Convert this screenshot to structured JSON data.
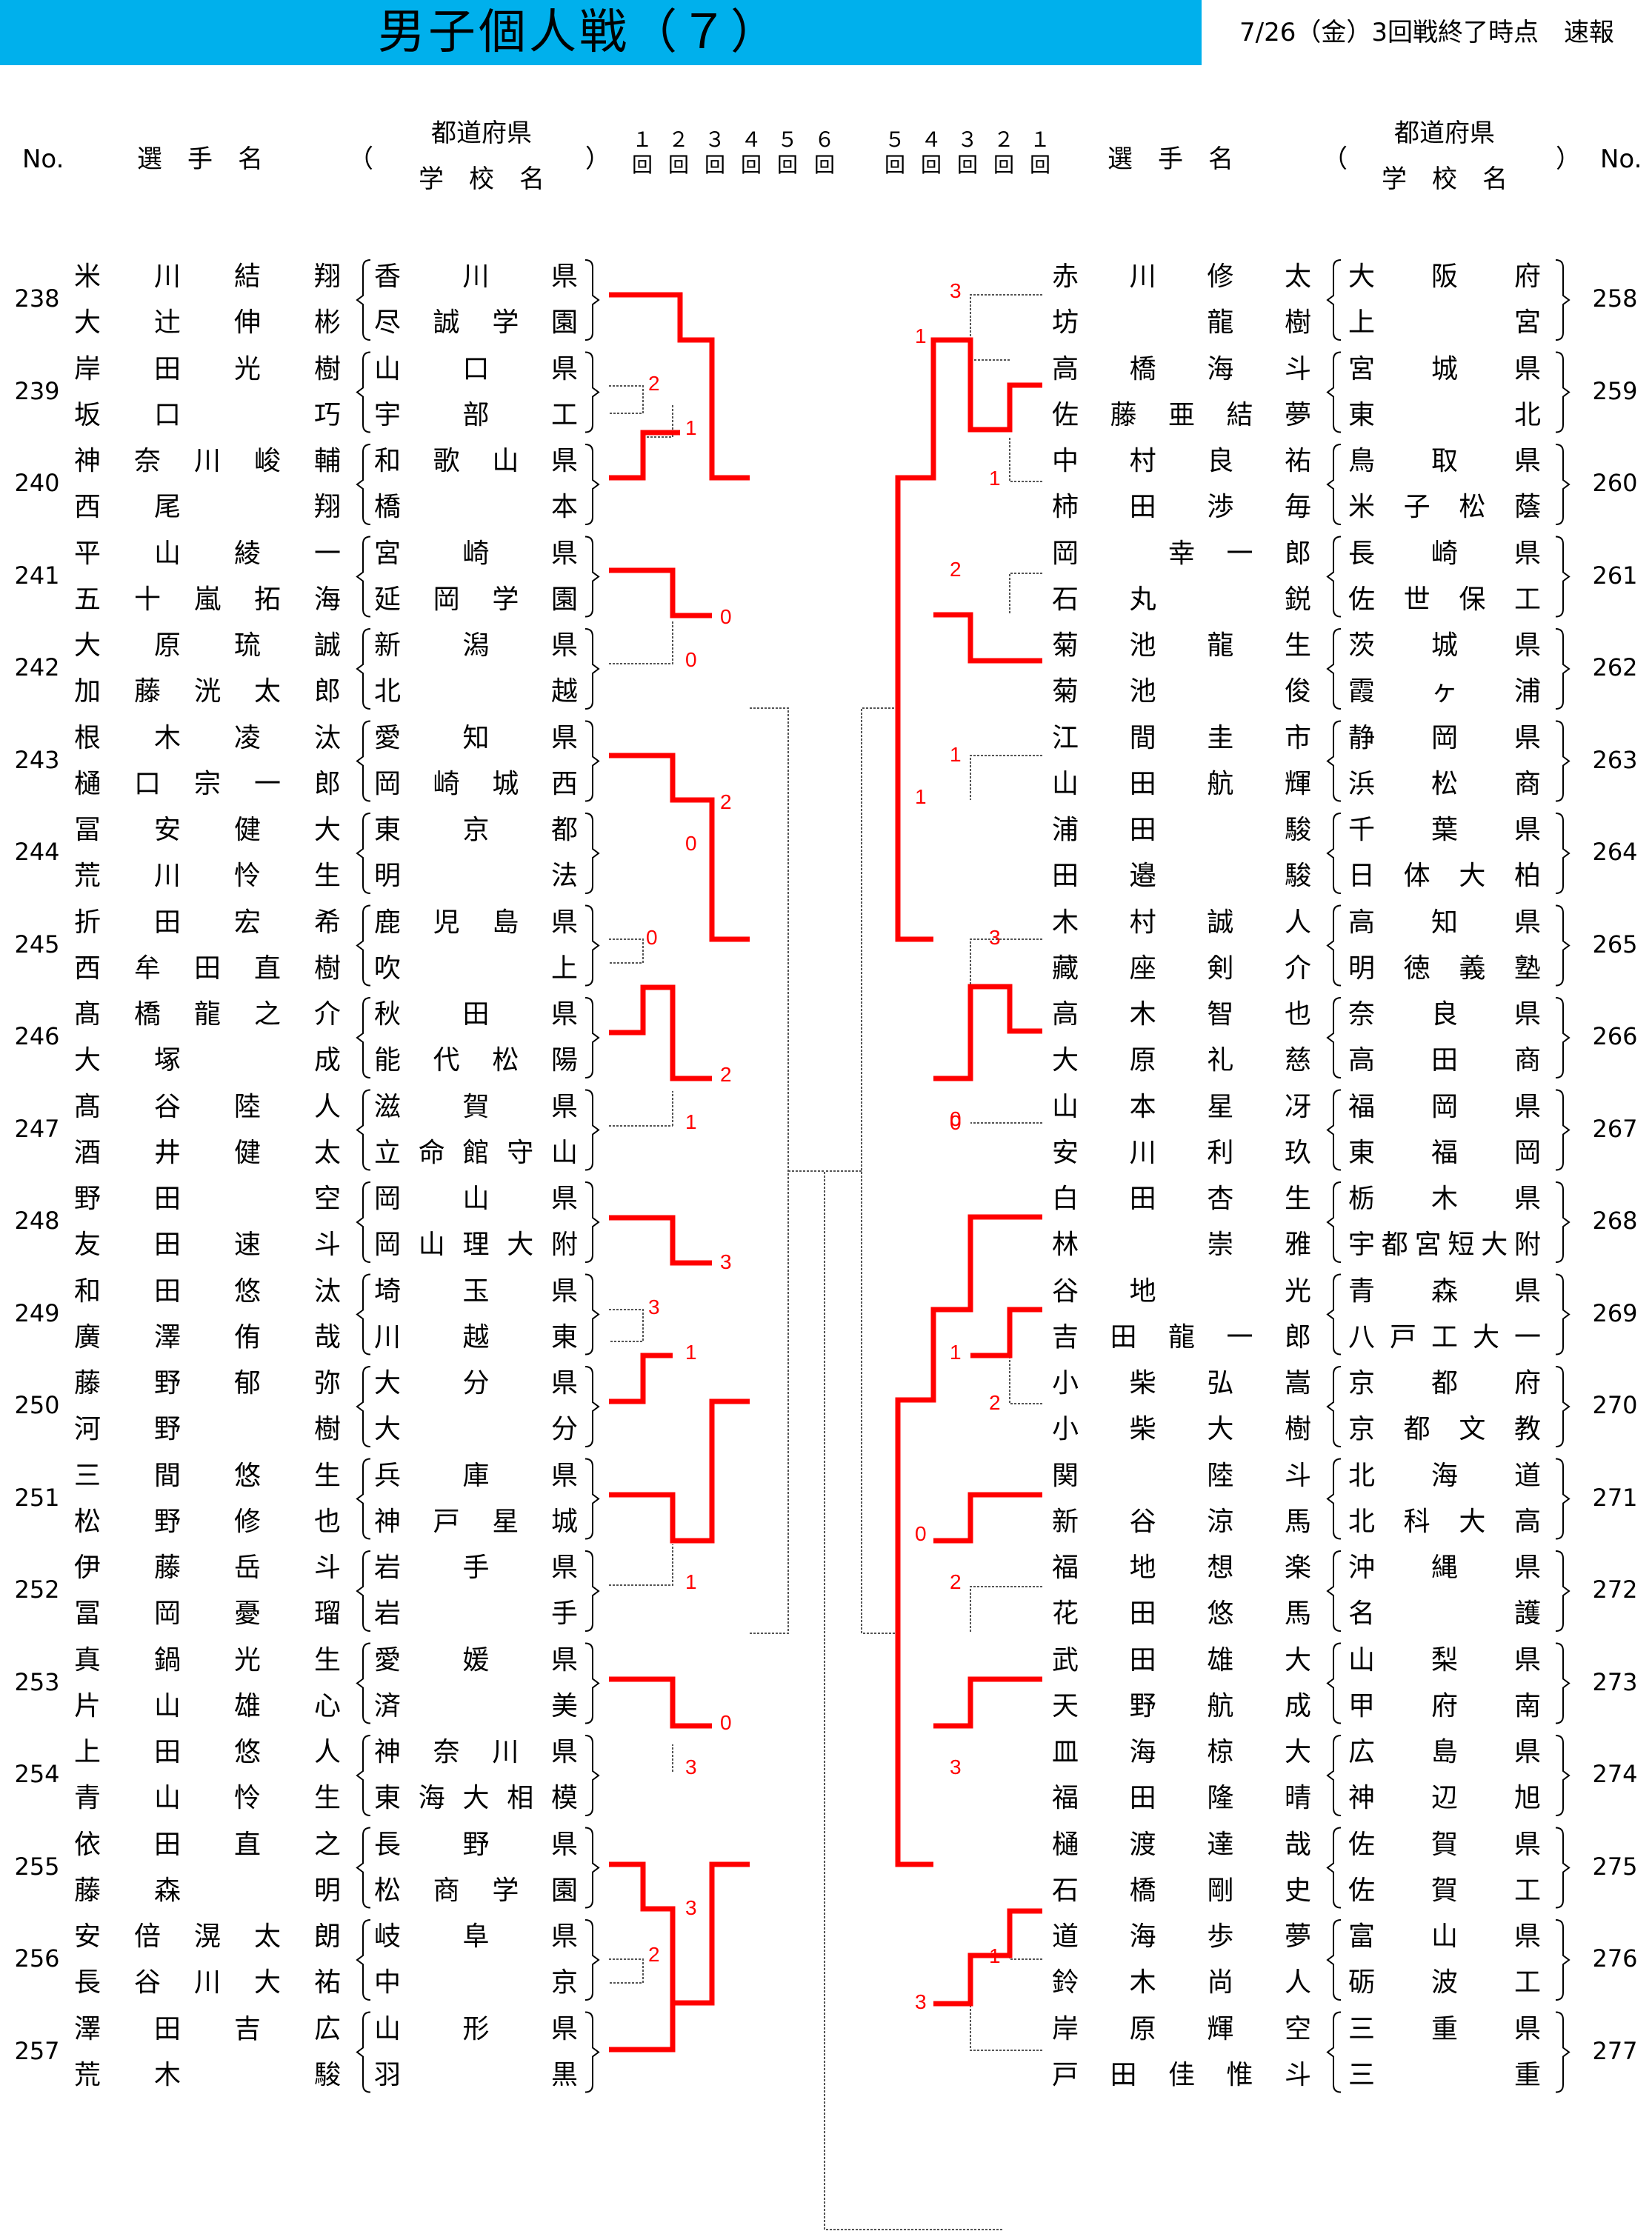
{
  "header": {
    "title": "男子個人戦（７）",
    "status": "7/26（金）3回戦終了時点　速報"
  },
  "columns": {
    "no": "No.",
    "player": "選　手　名",
    "pref": "都道府県",
    "school": "学　校　名",
    "paren_open": "（",
    "paren_close": "）",
    "rounds_left": [
      "１\n回",
      "２\n回",
      "３\n回",
      "４\n回",
      "５\n回"
    ],
    "round_final": "６\n回",
    "rounds_right": [
      "５\n回",
      "４\n回",
      "３\n回",
      "２\n回",
      "１\n回"
    ]
  },
  "left_entries": [
    {
      "no": "238",
      "a": [
        "米川結翔",
        "香川県"
      ],
      "b": [
        "大辻伸彬",
        "尽誠学園"
      ]
    },
    {
      "no": "239",
      "a": [
        "岸田光樹",
        "山口県"
      ],
      "b": [
        "坂口　巧",
        "宇部工"
      ]
    },
    {
      "no": "240",
      "a": [
        "神奈川峻輔",
        "和歌山県"
      ],
      "b": [
        "西尾　翔",
        "橋本"
      ]
    },
    {
      "no": "241",
      "a": [
        "平山綾一",
        "宮崎県"
      ],
      "b": [
        "五十嵐拓海",
        "延岡学園"
      ]
    },
    {
      "no": "242",
      "a": [
        "大原琉誠",
        "新潟県"
      ],
      "b": [
        "加藤洸太郎",
        "北越"
      ]
    },
    {
      "no": "243",
      "a": [
        "根木凌汰",
        "愛知県"
      ],
      "b": [
        "樋口宗一郎",
        "岡崎城西"
      ]
    },
    {
      "no": "244",
      "a": [
        "冨安健大",
        "東京都"
      ],
      "b": [
        "荒川怜生",
        "明法"
      ]
    },
    {
      "no": "245",
      "a": [
        "折田宏希",
        "鹿児島県"
      ],
      "b": [
        "西牟田直樹",
        "吹上"
      ]
    },
    {
      "no": "246",
      "a": [
        "髙橋龍之介",
        "秋田県"
      ],
      "b": [
        "大塚　成",
        "能代松陽"
      ]
    },
    {
      "no": "247",
      "a": [
        "髙谷陸人",
        "滋賀県"
      ],
      "b": [
        "酒井健太",
        "立命館守山"
      ]
    },
    {
      "no": "248",
      "a": [
        "野田　空",
        "岡山県"
      ],
      "b": [
        "友田速斗",
        "岡山理大附"
      ]
    },
    {
      "no": "249",
      "a": [
        "和田悠汰",
        "埼玉県"
      ],
      "b": [
        "廣澤侑哉",
        "川越東"
      ]
    },
    {
      "no": "250",
      "a": [
        "藤野郁弥",
        "大分県"
      ],
      "b": [
        "河野　樹",
        "大分"
      ]
    },
    {
      "no": "251",
      "a": [
        "三間悠生",
        "兵庫県"
      ],
      "b": [
        "松野修也",
        "神戸星城"
      ]
    },
    {
      "no": "252",
      "a": [
        "伊藤岳斗",
        "岩手県"
      ],
      "b": [
        "冨岡憂瑠",
        "岩手"
      ]
    },
    {
      "no": "253",
      "a": [
        "真鍋光生",
        "愛媛県"
      ],
      "b": [
        "片山雄心",
        "済美"
      ]
    },
    {
      "no": "254",
      "a": [
        "上田悠人",
        "神奈川県"
      ],
      "b": [
        "青山怜生",
        "東海大相模"
      ]
    },
    {
      "no": "255",
      "a": [
        "依田直之",
        "長野県"
      ],
      "b": [
        "藤森　明",
        "松商学園"
      ]
    },
    {
      "no": "256",
      "a": [
        "安倍滉太朗",
        "岐阜県"
      ],
      "b": [
        "長谷川大祐",
        "中京"
      ]
    },
    {
      "no": "257",
      "a": [
        "澤田吉広",
        "山形県"
      ],
      "b": [
        "荒木　駿",
        "羽黒"
      ]
    }
  ],
  "right_entries": [
    {
      "no": "258",
      "a": [
        "赤川修太",
        "大阪府"
      ],
      "b": [
        "坊　龍樹",
        "上宮"
      ]
    },
    {
      "no": "259",
      "a": [
        "高橋海斗",
        "宮城県"
      ],
      "b": [
        "佐藤亜結夢",
        "東北"
      ]
    },
    {
      "no": "260",
      "a": [
        "中村良祐",
        "鳥取県"
      ],
      "b": [
        "柿田渉毎",
        "米子松蔭"
      ]
    },
    {
      "no": "261",
      "a": [
        "岡　幸一郎",
        "長崎県"
      ],
      "b": [
        "石丸　鋭",
        "佐世保工"
      ]
    },
    {
      "no": "262",
      "a": [
        "菊池龍生",
        "茨城県"
      ],
      "b": [
        "菊池　俊",
        "霞ヶ浦"
      ]
    },
    {
      "no": "263",
      "a": [
        "江間圭市",
        "静岡県"
      ],
      "b": [
        "山田航輝",
        "浜松商"
      ]
    },
    {
      "no": "264",
      "a": [
        "浦田　駿",
        "千葉県"
      ],
      "b": [
        "田邉　駿",
        "日体大柏"
      ]
    },
    {
      "no": "265",
      "a": [
        "木村誠人",
        "高知県"
      ],
      "b": [
        "藏座剣介",
        "明徳義塾"
      ]
    },
    {
      "no": "266",
      "a": [
        "高木智也",
        "奈良県"
      ],
      "b": [
        "大原礼慈",
        "高田商"
      ]
    },
    {
      "no": "267",
      "a": [
        "山本星冴",
        "福岡県"
      ],
      "b": [
        "安川利玖",
        "東福岡"
      ]
    },
    {
      "no": "268",
      "a": [
        "白田杏生",
        "栃木県"
      ],
      "b": [
        "林　崇雅",
        "宇都宮短大附"
      ]
    },
    {
      "no": "269",
      "a": [
        "谷地　光",
        "青森県"
      ],
      "b": [
        "吉田龍一郎",
        "八戸工大一"
      ]
    },
    {
      "no": "270",
      "a": [
        "小柴弘嵩",
        "京都府"
      ],
      "b": [
        "小柴大樹",
        "京都文教"
      ]
    },
    {
      "no": "271",
      "a": [
        "関　陸斗",
        "北海道"
      ],
      "b": [
        "新谷涼馬",
        "北科大高"
      ]
    },
    {
      "no": "272",
      "a": [
        "福地想楽",
        "沖縄県"
      ],
      "b": [
        "花田悠馬",
        "名護"
      ]
    },
    {
      "no": "273",
      "a": [
        "武田雄大",
        "山梨県"
      ],
      "b": [
        "天野航成",
        "甲府南"
      ]
    },
    {
      "no": "274",
      "a": [
        "皿海椋大",
        "広島県"
      ],
      "b": [
        "福田隆晴",
        "神辺旭"
      ]
    },
    {
      "no": "275",
      "a": [
        "樋渡達哉",
        "佐賀県"
      ],
      "b": [
        "石橋剛史",
        "佐賀工"
      ]
    },
    {
      "no": "276",
      "a": [
        "道海歩夢",
        "富山県"
      ],
      "b": [
        "鈴木尚人",
        "砺波工"
      ]
    },
    {
      "no": "277",
      "a": [
        "岸原輝空",
        "三重県"
      ],
      "b": [
        "戸田佳惟斗",
        "三重"
      ]
    }
  ],
  "scores": {
    "left": [
      "2",
      "1",
      "0",
      "0",
      "2",
      "0",
      "0",
      "2",
      "1",
      "3",
      "3",
      "1",
      "1",
      "0",
      "3",
      "3",
      "2"
    ],
    "right": [
      "3",
      "1",
      "1",
      "2",
      "1",
      "1",
      "3",
      "0",
      "0",
      "2",
      "1",
      "0",
      "2",
      "3",
      "1",
      "3"
    ]
  },
  "colors": {
    "banner": "#00b0ec",
    "win_line": "#ff0000",
    "line": "#555555",
    "score": "#ff0000"
  }
}
